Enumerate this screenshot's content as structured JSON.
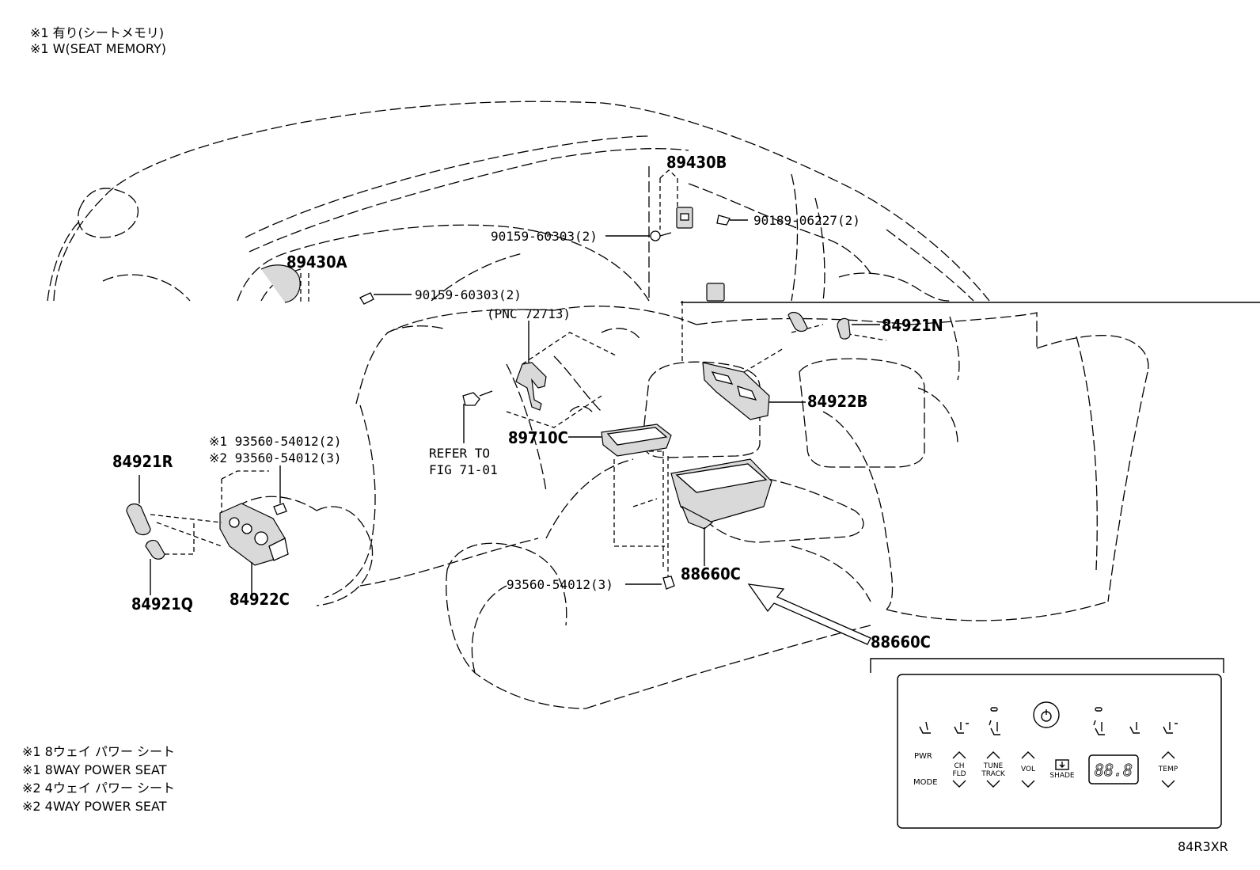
{
  "header_notes": [
    "※1 有り(シートメモリ)",
    "※1 W(SEAT MEMORY)"
  ],
  "footer_notes": [
    "※1 8ウェイ パワー シート",
    "※1 8WAY POWER SEAT",
    "※2 4ウェイ パワー シート",
    "※2 4WAY POWER SEAT"
  ],
  "labels": {
    "p89430B": "89430B",
    "p89430A": "89430A",
    "p90189_06227": "90189-06227(2)",
    "p90159_60303_a": "90159-60303(2)",
    "p90159_60303_b": "90159-60303(2)",
    "pnc": "(PNC 72713)",
    "p84921N": "84921N",
    "p84922B": "84922B",
    "p89710C": "89710C",
    "refer1": "REFER TO",
    "refer2": "FIG 71-01",
    "p84921R": "84921R",
    "n1_93560": "※1 93560-54012(2)",
    "n2_93560": "※2 93560-54012(3)",
    "p93560_bottom": "93560-54012(3)",
    "p88660C": "88660C",
    "p88660C_detail": "88660C",
    "p84921Q": "84921Q",
    "p84922C": "84922C",
    "code": "84R3XR"
  },
  "panel": {
    "pwr": "PWR",
    "mode": "MODE",
    "ch_fld_1": "CH",
    "ch_fld_2": "FLD",
    "tune_1": "TUNE",
    "tune_2": "TRACK",
    "vol": "VOL",
    "shade": "SHADE",
    "display": "88.8",
    "temp": "TEMP"
  }
}
